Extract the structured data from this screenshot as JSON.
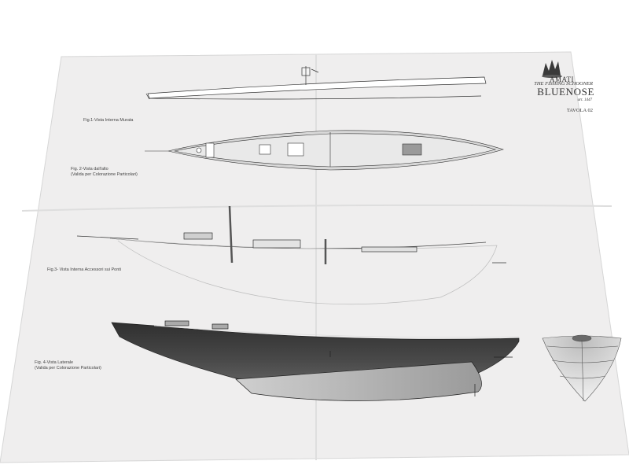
{
  "title_block": {
    "brand": "AMATI",
    "subtitle": "THE FISHING SCHOONER",
    "title": "BLUENOSE",
    "model_ref": "art. 1447",
    "sheet": "TAVOLA 02"
  },
  "figures": {
    "fig1": "Fig.1-Vista Interna Murata",
    "fig2_line1": "Fig. 2-Vista dall'alto",
    "fig2_line2": "(Valida per Colorazione Particolari)",
    "fig3": "Fig.3- Vista Interna Accessori sui Ponti",
    "fig4_line1": "Fig. 4-Vista Laterale",
    "fig4_line2": "(Valida per Colorazione Particolari)"
  },
  "colors": {
    "paper": "#efeeee",
    "paper_fold": "#e4e3e3",
    "hull_dark": "#3a3a3a",
    "line": "#333333"
  }
}
